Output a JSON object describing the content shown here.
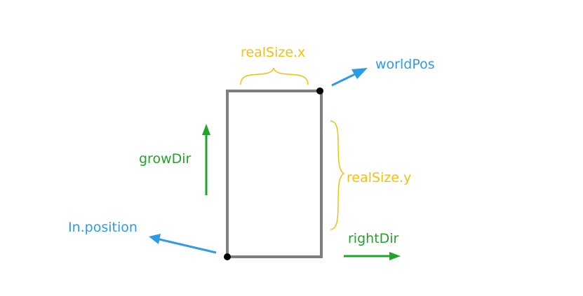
{
  "labels": {
    "real_size_x": "realSize.x",
    "real_size_y": "realSize.y",
    "world_pos": "worldPos",
    "grow_dir": "growDir",
    "in_position": "In.position",
    "right_dir": "rightDir"
  },
  "colors": {
    "rectangle": "#7f7f7f",
    "size_annotation": "#f2c10f",
    "position_annotation": "#2f9be6",
    "direction_annotation": "#22a32a",
    "corner_dot": "#000000"
  }
}
